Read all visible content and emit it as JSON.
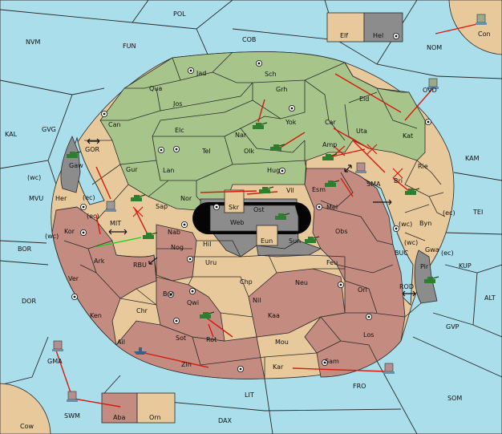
{
  "map": {
    "provinces": {
      "POL": "POL",
      "NVM": "NVM",
      "FUN": "FUN",
      "COB": "COB",
      "NOM": "NOM",
      "Con": "Con",
      "Elf": "Elf",
      "Hel": "Hel",
      "KAL": "KAL",
      "GVG": "GVG",
      "KAM": "KAM",
      "TEI": "TEI",
      "MVU": "MVU",
      "BOR": "BOR",
      "DOR": "DOR",
      "KUP": "KUP",
      "ALT": "ALT",
      "GVP": "GVP",
      "SOM": "SOM",
      "FRO": "FRO",
      "LIT": "LIT",
      "DAX": "DAX",
      "Cow": "Cow",
      "Jad": "Jad",
      "Sch": "Sch",
      "Qua": "Qua",
      "Jos": "Jos",
      "Grh": "Grh",
      "Eld": "Eld",
      "Can": "Can",
      "Nar": "Nar",
      "Yok": "Yok",
      "Car": "Car",
      "Uta": "Uta",
      "Kat": "Kat",
      "Elc": "Elc",
      "Tel": "Tel",
      "Olk": "Olk",
      "Amp": "Amp",
      "Gur": "Gur",
      "Lan": "Lan",
      "Hug": "Hug",
      "Rie": "Rie",
      "Gaw": "Gaw",
      "GOR": "GOR",
      "Esm": "Esm",
      "SMA": "SMA",
      "Bri": "Bri",
      "Nor": "Nor",
      "Vil": "Vil",
      "Her": "Her",
      "Sap": "Sap",
      "Skr": "Skr",
      "Ost": "Ost",
      "Web": "Web",
      "Mel": "Mel",
      "Byn": "Byn",
      "MIT": "MIT",
      "Kor": "Kor",
      "Nab": "Nab",
      "Eun": "Eun",
      "Sun": "Sun",
      "Obs": "Obs",
      "Gwa": "Gwa",
      "Hil": "Hil",
      "Ark": "Ark",
      "Nog": "Nog",
      "BUC": "BUC",
      "Pir": "Pir",
      "RBU": "RBU",
      "Uru": "Uru",
      "Feu": "Feu",
      "Ver": "Ver",
      "Chp": "Chp",
      "Neu": "Neu",
      "Orl": "Orl",
      "ROD": "ROD",
      "Bar": "Bar",
      "Qwi": "Qwi",
      "Nil": "Nil",
      "Ken": "Ken",
      "Chr": "Chr",
      "Kaa": "Kaa",
      "Sot": "Sot",
      "Los": "Los",
      "Rot": "Rot",
      "Mou": "Mou",
      "Ail": "Ail",
      "Zin": "Zin",
      "Kar": "Kar",
      "Sam": "Sam",
      "GMA": "GMA",
      "SWM": "SWM",
      "Aba": "Aba",
      "Orn": "Orn",
      "OVD": "OVD"
    },
    "coast_marks": {
      "wc": "(wc)",
      "ec": "(ec)"
    },
    "colors": {
      "sea": "#aadeea",
      "green": "#a7c58b",
      "tan": "#e7c99b",
      "rose": "#c48b80",
      "grey": "#8c8c8c",
      "order_arrow": "#d71a0d",
      "support_arrow": "#20d020"
    },
    "unit_icons": [
      "army-tank-icon",
      "fleet-ship-icon"
    ]
  }
}
